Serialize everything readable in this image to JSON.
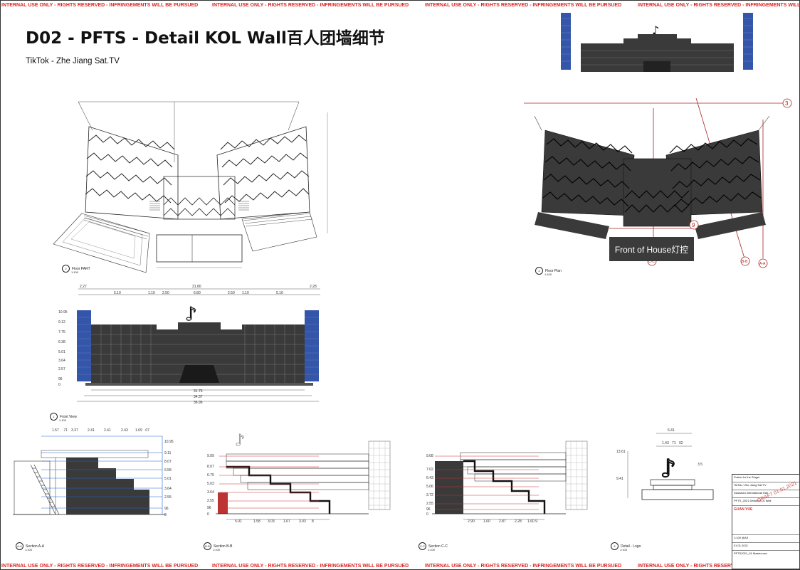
{
  "banner": {
    "text": "INTERNAL USE ONLY - RIGHTS RESERVED - INFRINGEMENTS WILL BE PURSUED",
    "color": "#dd2222"
  },
  "header": {
    "title": "D02 - PFTS - Detail KOL Wall百人团墙细节",
    "subtitle": "TikTok - Zhe Jiang Sat.TV"
  },
  "views": {
    "floor_left": {
      "number": "2",
      "label": "Floor PART",
      "scale": "1:100"
    },
    "floor_right": {
      "number": "4",
      "label": "Floor Plan",
      "scale": "1:100"
    },
    "front": {
      "number": "1",
      "label": "Front View",
      "scale": "1:100"
    },
    "section_a": {
      "number": "A-A",
      "label": "Section A-A",
      "scale": "1:100"
    },
    "section_b": {
      "number": "B-B",
      "label": "Section B-B",
      "scale": "1:100"
    },
    "section_c": {
      "number": "C-C",
      "label": "Section C-C",
      "scale": "1:100"
    },
    "logo_view": {
      "number": "5",
      "label": "Detail - Logo",
      "scale": "1:100"
    }
  },
  "front_of_house": "Front of House灯控",
  "markers": {
    "grid_3": "3",
    "grid_9": "9",
    "cc": "C-C",
    "bb": "B-B",
    "aa": "A-A"
  },
  "front_dims": {
    "top_total": "31.80",
    "left_edge": "2.27",
    "right_edge": "2.28",
    "segments": [
      "5.10",
      "1.10",
      "2.50",
      "6.80",
      "2.50",
      "1.10",
      "5.10"
    ],
    "bottom": [
      "31.76",
      "34.37",
      "36.96"
    ],
    "levels": [
      "10.95",
      "9.12",
      "7.75",
      "6.38",
      "5.01",
      "3.64",
      "2.57",
      "96",
      "0"
    ]
  },
  "section_a_dims": {
    "top": [
      "1.57",
      ".71",
      "3.37",
      "2.41",
      "2.41",
      "2.43",
      "1.69",
      ".07"
    ],
    "levels": [
      "10.95",
      "9.11",
      "8.07",
      "6.58",
      "5.01",
      "3.64",
      "2.55",
      "96",
      "0"
    ]
  },
  "section_b_dims": {
    "bottom": [
      "5.01",
      "1.58",
      "3.03",
      "1.67",
      "3.03",
      "8"
    ],
    "levels": [
      "9.09",
      "8.07",
      "6.75",
      "5.03",
      "3.64",
      "2.55",
      "96",
      "0"
    ]
  },
  "section_c_dims": {
    "bottom": [
      "2.90",
      "1.60",
      "2.87",
      "2.28",
      "1.60 9"
    ],
    "levels": [
      "9.08",
      "7.02",
      "6.43",
      "5.06",
      "3.72",
      "2.55",
      "96",
      "0"
    ]
  },
  "logo_dims": {
    "top": "6.41",
    "sub": [
      "1.43",
      "71",
      "92"
    ],
    "left_top": "13.61",
    "left_mid": "9.41",
    "right": "3.5"
  },
  "title_block": {
    "project": "Praise for the Singer",
    "client": "TikTok / Zhe Jiang Sat.TV",
    "venue": "Xiaoshan International Hall",
    "drawing": "PFTS_2021 Details KOL Wall",
    "company": "GUAN YUE",
    "scale": "1:100 @A3",
    "date": "01.01.2021",
    "file": "PFTS2021_01 Master.vwx"
  },
  "stamp": "DRAFT 01.01.2021",
  "colors": {
    "dark_fill": "#3a3a3a",
    "section_line": "#aa2222",
    "dimension_blue": "#2266cc",
    "led_blue": "#3355aa"
  }
}
